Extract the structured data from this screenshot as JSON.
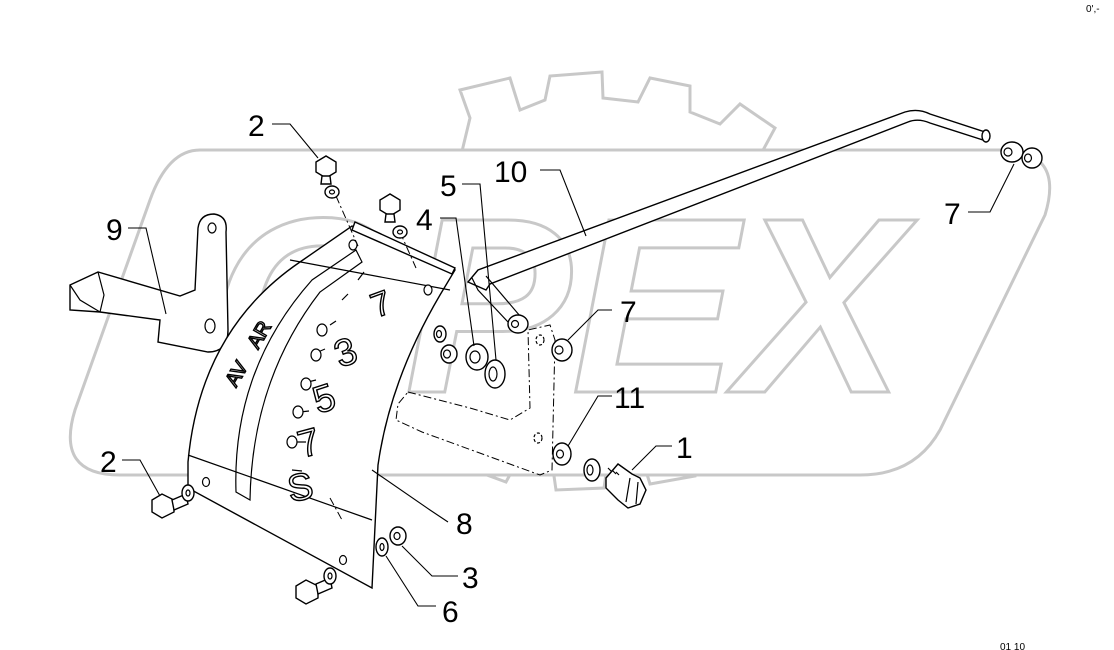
{
  "watermark": {
    "text": "OPEX",
    "color": "#c8c8c8"
  },
  "corner_mark": "0',-",
  "footer_code": "01 10",
  "callouts": [
    {
      "id": "c-2-top",
      "label": "2"
    },
    {
      "id": "c-9",
      "label": "9"
    },
    {
      "id": "c-5",
      "label": "5"
    },
    {
      "id": "c-10",
      "label": "10"
    },
    {
      "id": "c-4",
      "label": "4"
    },
    {
      "id": "c-7-right",
      "label": "7"
    },
    {
      "id": "c-7-mid",
      "label": "7"
    },
    {
      "id": "c-11",
      "label": "11"
    },
    {
      "id": "c-1",
      "label": "1"
    },
    {
      "id": "c-2-bottom",
      "label": "2"
    },
    {
      "id": "c-8",
      "label": "8"
    },
    {
      "id": "c-3",
      "label": "3"
    },
    {
      "id": "c-6",
      "label": "6"
    }
  ],
  "plate_markings": [
    "7",
    "3",
    "5",
    "7",
    "S",
    "AV",
    "AR"
  ]
}
